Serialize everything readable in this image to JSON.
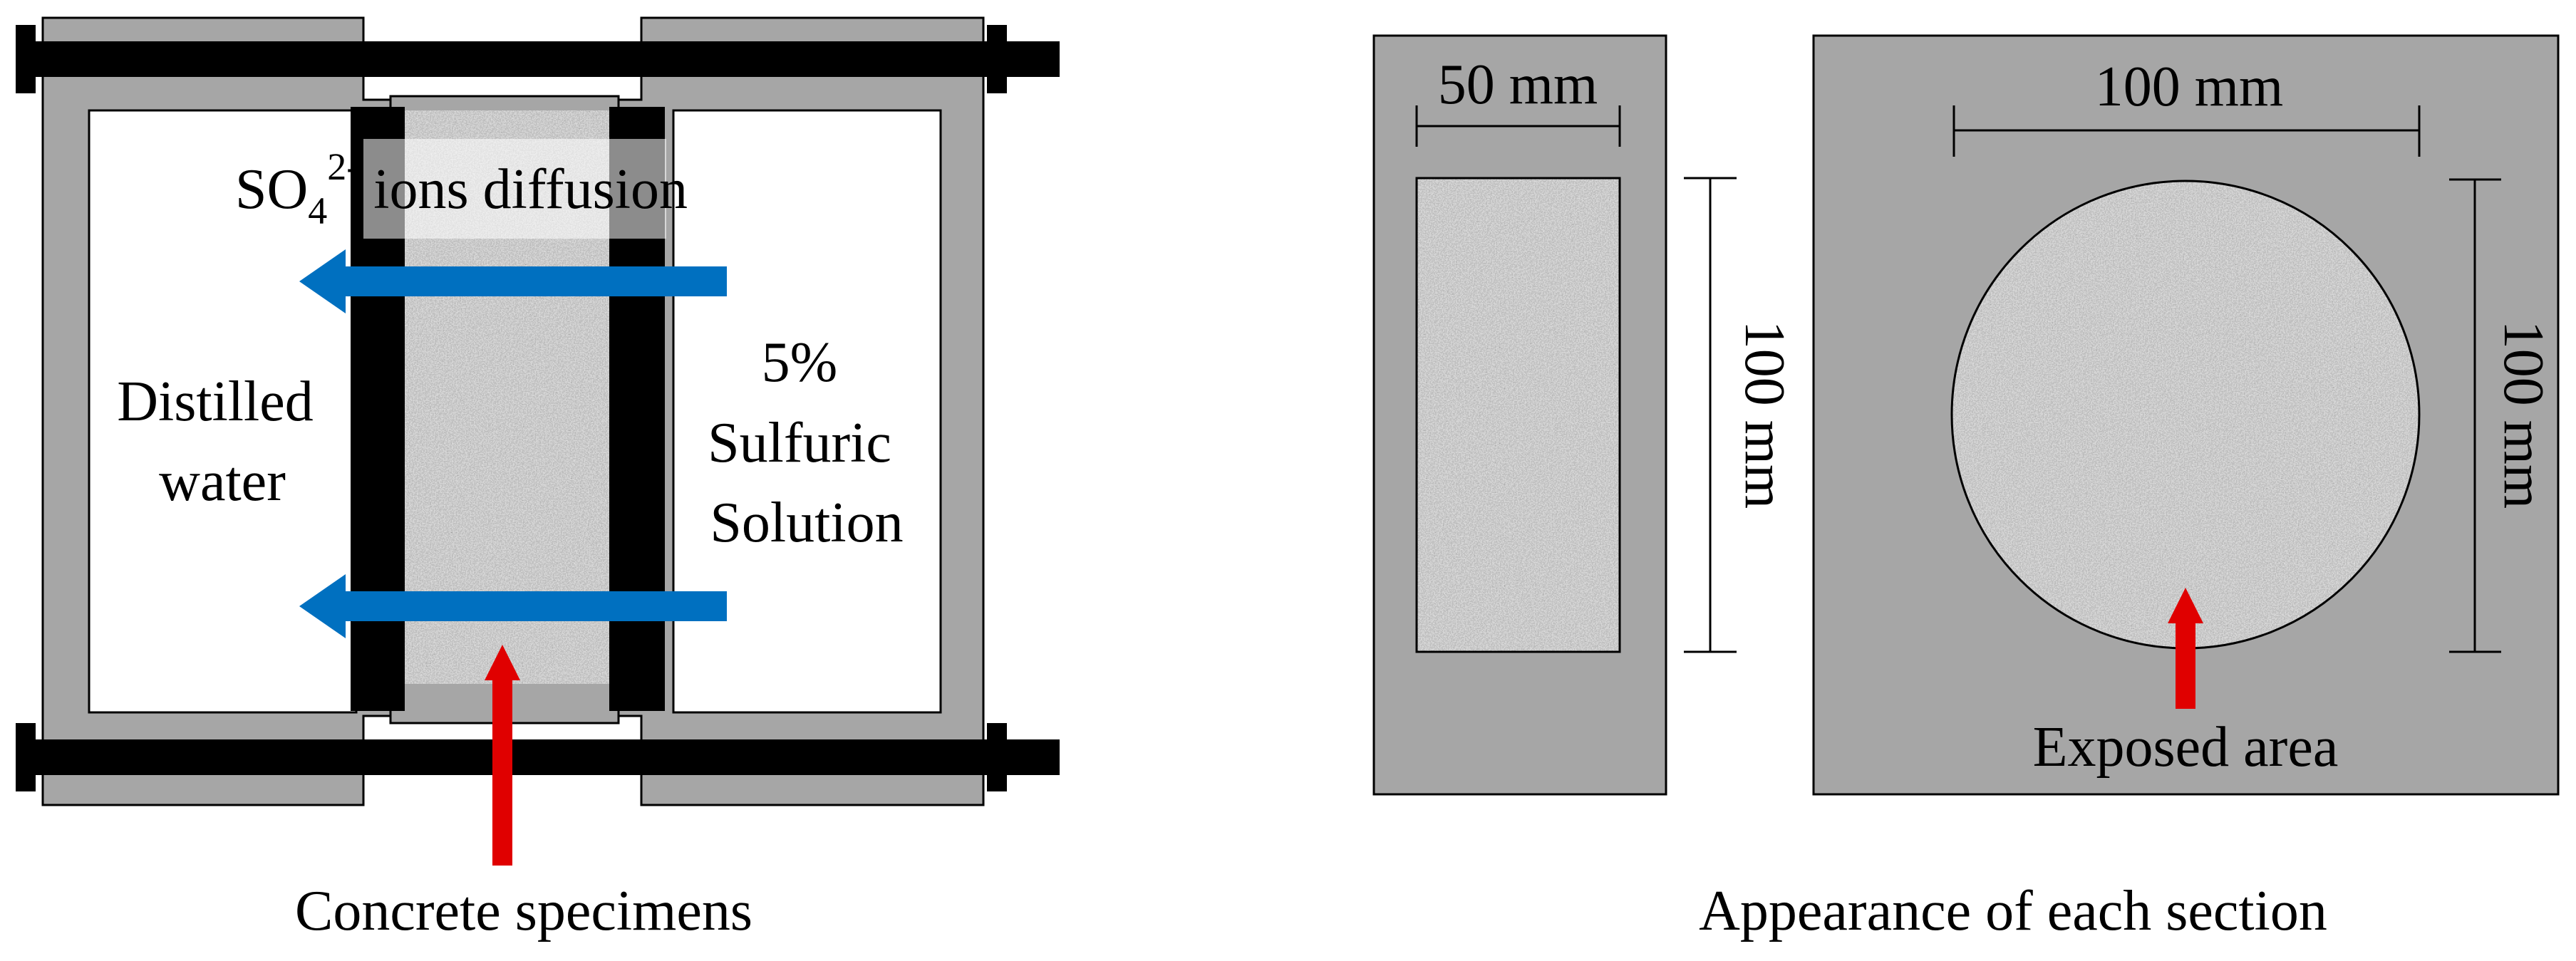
{
  "left_panel": {
    "ion_label": "SO",
    "ion_subscript": "4",
    "ion_superscript": "2-",
    "ion_suffix": " ions diffusion",
    "left_chamber_line1": "Distilled",
    "left_chamber_line2": "water",
    "right_chamber_line1": "5%",
    "right_chamber_line2": "Sulfuric",
    "right_chamber_line3": "Solution",
    "caption": "Concrete specimens"
  },
  "right_panel": {
    "rect_width_label": "50 mm",
    "rect_height_label": "100 mm",
    "circle_width_label": "100 mm",
    "circle_height_label": "100 mm",
    "exposed_label": "Exposed area",
    "caption": "Appearance of each section"
  },
  "colors": {
    "frame_gray": "#a6a6a6",
    "rod_black": "#000000",
    "diffusion_arrow_blue": "#0070c0",
    "pointer_arrow_red": "#e00000",
    "concrete_base": "#c9c9c9"
  }
}
